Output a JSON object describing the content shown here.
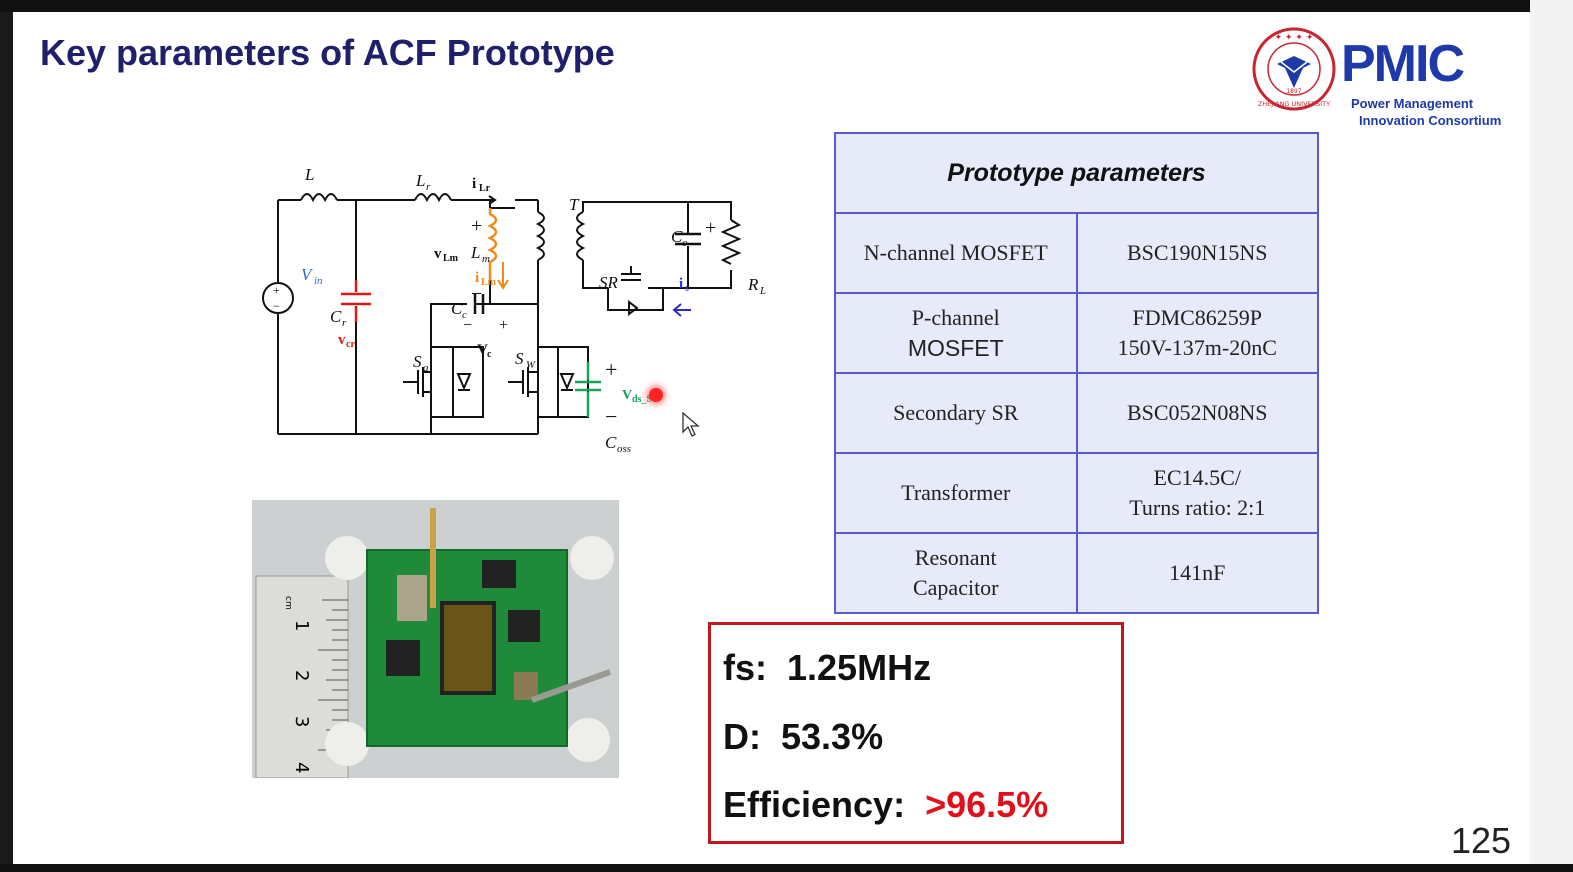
{
  "slide": {
    "title": "Key parameters of ACF Prototype",
    "page_number": "125"
  },
  "logo": {
    "org": "PMIC",
    "line1": "Power Management",
    "line2": "Innovation Consortium",
    "seal_text": "ZHEJIANG UNIVERSITY",
    "seal_year": "1897"
  },
  "circuit": {
    "labels": {
      "L": "L",
      "Lr": "L",
      "Lr_sub": "r",
      "iLr": "i",
      "iLr_sub": "Lr",
      "T": "T",
      "Vin": "V",
      "Vin_sub": "in",
      "Cr": "C",
      "Cr_sub": "r",
      "vcr": "v",
      "vcr_sub": "cr",
      "vLm": "v",
      "vLm_sub": "Lm",
      "Lm": "L",
      "Lm_sub": "m",
      "iLm": "i",
      "iLm_sub": "Lm",
      "Cc": "C",
      "Cc_sub": "c",
      "Vc": "V",
      "Vc_sub": "c",
      "Sa": "S",
      "Sa_sub": "a",
      "Sw": "S",
      "Sw_sub": "W",
      "Vds": "V",
      "Vds_sub": "ds_Sw",
      "Coss": "C",
      "Coss_sub": "oss",
      "SR": "SR",
      "Co": "C",
      "Co_sub": "o",
      "is": "i",
      "is_sub": "s",
      "RL": "R",
      "RL_sub": "L",
      "plus": "+",
      "minus": "−"
    },
    "colors": {
      "wire": "#111111",
      "cr": "#e01818",
      "lm": "#f08a1c",
      "coss": "#1aa25a",
      "vin": "#2a6dd6",
      "is": "#2a2ad0"
    }
  },
  "table": {
    "header": "Prototype parameters",
    "rows": [
      {
        "name": "N-channel MOSFET",
        "value": "BSC190N15NS"
      },
      {
        "name_line1": "P-channel",
        "name_line2": "MOSFET",
        "value_line1": "FDMC86259P",
        "value_line2": "150V-137m-20nC"
      },
      {
        "name": "Secondary SR",
        "value": "BSC052N08NS"
      },
      {
        "name": "Transformer",
        "value_line1": "EC14.5C/",
        "value_line2": "Turns ratio: 2:1"
      },
      {
        "name_line1": "Resonant",
        "name_line2": "Capacitor",
        "value": "141nF"
      }
    ]
  },
  "specs": {
    "fs_label": "fs:",
    "fs_value": "1.25MHz",
    "d_label": "D:",
    "d_value": "53.3%",
    "eff_label": "Efficiency:",
    "eff_value": ">96.5%"
  },
  "photo": {
    "ruler_marks": [
      "1",
      "2",
      "3",
      "4"
    ],
    "ruler_unit": "cm"
  }
}
